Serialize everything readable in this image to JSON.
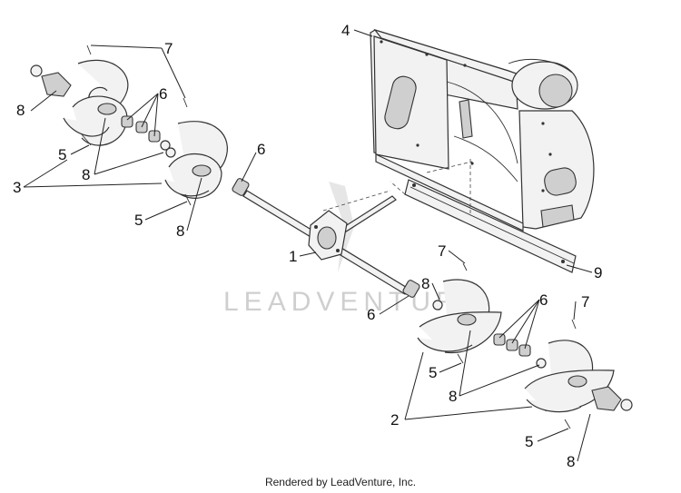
{
  "watermark": "LEADVENTURE",
  "footer": "Rendered by LeadVenture, Inc.",
  "callouts": {
    "housing": "4",
    "shear_bolt_top_left": "7",
    "bushing_left_top": "6",
    "flange_nut_left": "8",
    "auger_left": "3",
    "shear_pin_left_top": "5",
    "bearing_nut_left": "8",
    "shaft_bushing": "6",
    "shear_pin_left_bottom": "5",
    "nut_left_bottom": "8",
    "gearbox": "1",
    "scraper_bar": "9",
    "shear_bolt_right": "7",
    "nut_right_center": "8",
    "bushing_right_center": "6",
    "bushing_right": "6",
    "shear_bolt_far_right": "7",
    "shear_pin_right": "5",
    "nut_right_lower": "8",
    "auger_right": "2",
    "shear_pin_right_bottom": "5",
    "nut_right_bottom": "8"
  }
}
